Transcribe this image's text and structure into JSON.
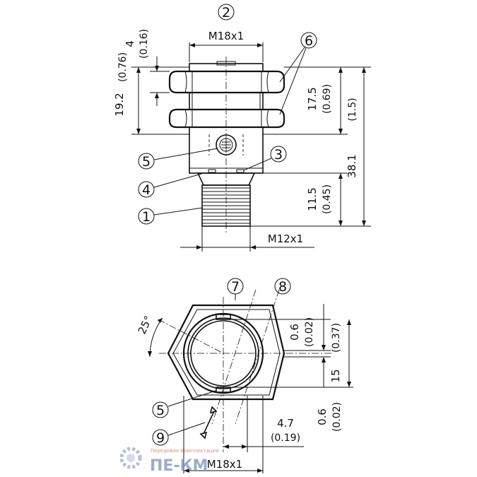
{
  "callouts": {
    "c1": "1",
    "c2": "2",
    "c3": "3",
    "c4": "4",
    "c5_top": "5",
    "c6": "6",
    "c7": "7",
    "c8": "8",
    "c5_bottom": "5",
    "c9": "9"
  },
  "dimensions": {
    "thread_top": "M18x1",
    "thread_bottom_connector": "M12x1",
    "thread_front": "M18x1",
    "nut_height_mm": "4",
    "nut_height_in": "(0.16)",
    "housing_mm": "19.2",
    "housing_in": "(0.76)",
    "upper_mm": "17.5",
    "upper_in": "(0.69)",
    "connector_mm": "11.5",
    "connector_in": "(0.45)",
    "total_mm": "38.1",
    "total_in": "(1.5)",
    "angle": "25°",
    "offset_top_mm": "0.6",
    "offset_top_in": "(0.02)",
    "center_mm": "15",
    "center_in": "(0.37)",
    "offset_bottom_mm": "0.6",
    "offset_bottom_in": "(0.02)",
    "side_mm": "4.7",
    "side_in": "(0.19)"
  },
  "watermark": {
    "line1": "Передовая Комплектация",
    "logo_text": "ПЕ-КМ"
  }
}
